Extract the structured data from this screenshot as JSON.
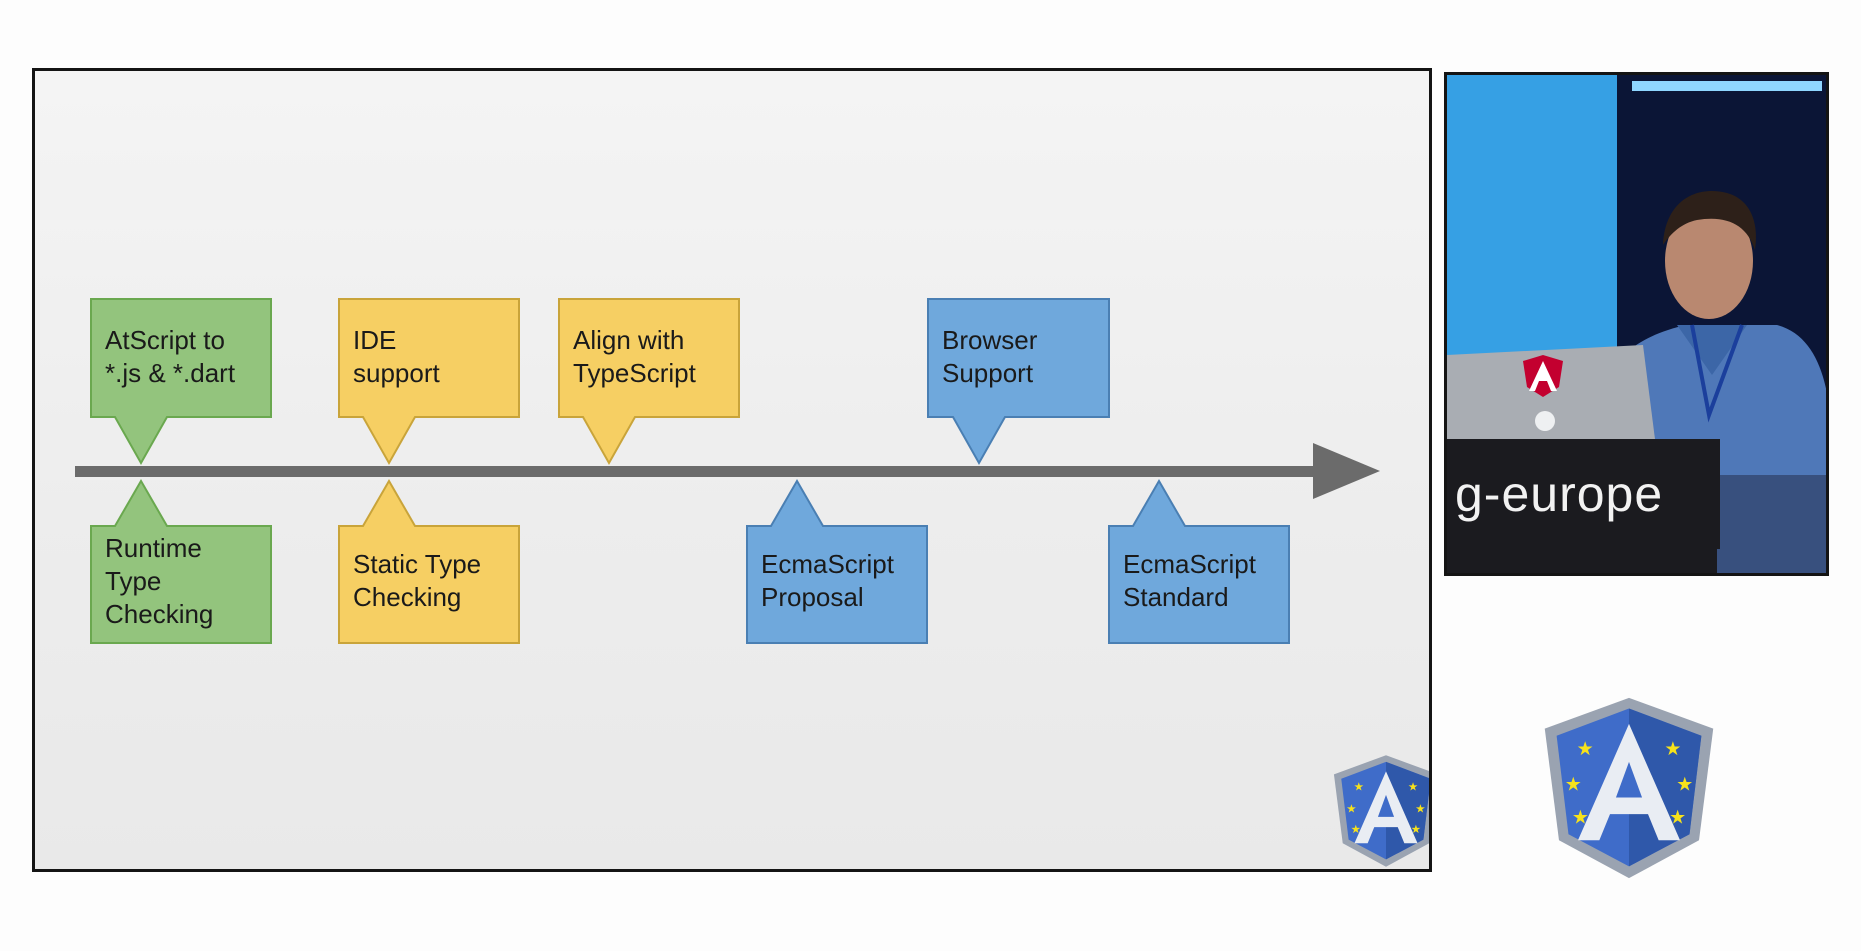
{
  "slide": {
    "callouts_above": [
      {
        "id": "atscript",
        "text": "AtScript to\n*.js & *.dart",
        "color": "#93c47d",
        "border": "#6aa84f"
      },
      {
        "id": "ide",
        "text": "IDE\nsupport",
        "color": "#f6cf63",
        "border": "#c9a43a"
      },
      {
        "id": "align",
        "text": "Align with\nTypeScript",
        "color": "#f6cf63",
        "border": "#c9a43a"
      },
      {
        "id": "browser",
        "text": "Browser\nSupport",
        "color": "#6fa8dc",
        "border": "#4a7fb3"
      }
    ],
    "callouts_below": [
      {
        "id": "runtime",
        "text": "Runtime\nType\nChecking",
        "color": "#93c47d",
        "border": "#6aa84f"
      },
      {
        "id": "static",
        "text": "Static Type\nChecking",
        "color": "#f6cf63",
        "border": "#c9a43a"
      },
      {
        "id": "proposal",
        "text": "EcmaScript\nProposal",
        "color": "#6fa8dc",
        "border": "#4a7fb3"
      },
      {
        "id": "standard",
        "text": "EcmaScript\nStandard",
        "color": "#6fa8dc",
        "border": "#4a7fb3"
      }
    ],
    "arrow_color": "#6b6b6b"
  },
  "camera": {
    "banner_text": "g-europe",
    "laptop_logo": "A"
  },
  "logos": {
    "shield_letter": "A",
    "shield_blue": "#3f6cc9",
    "shield_border": "#9aa3b1",
    "star_color": "#f7e21b"
  }
}
